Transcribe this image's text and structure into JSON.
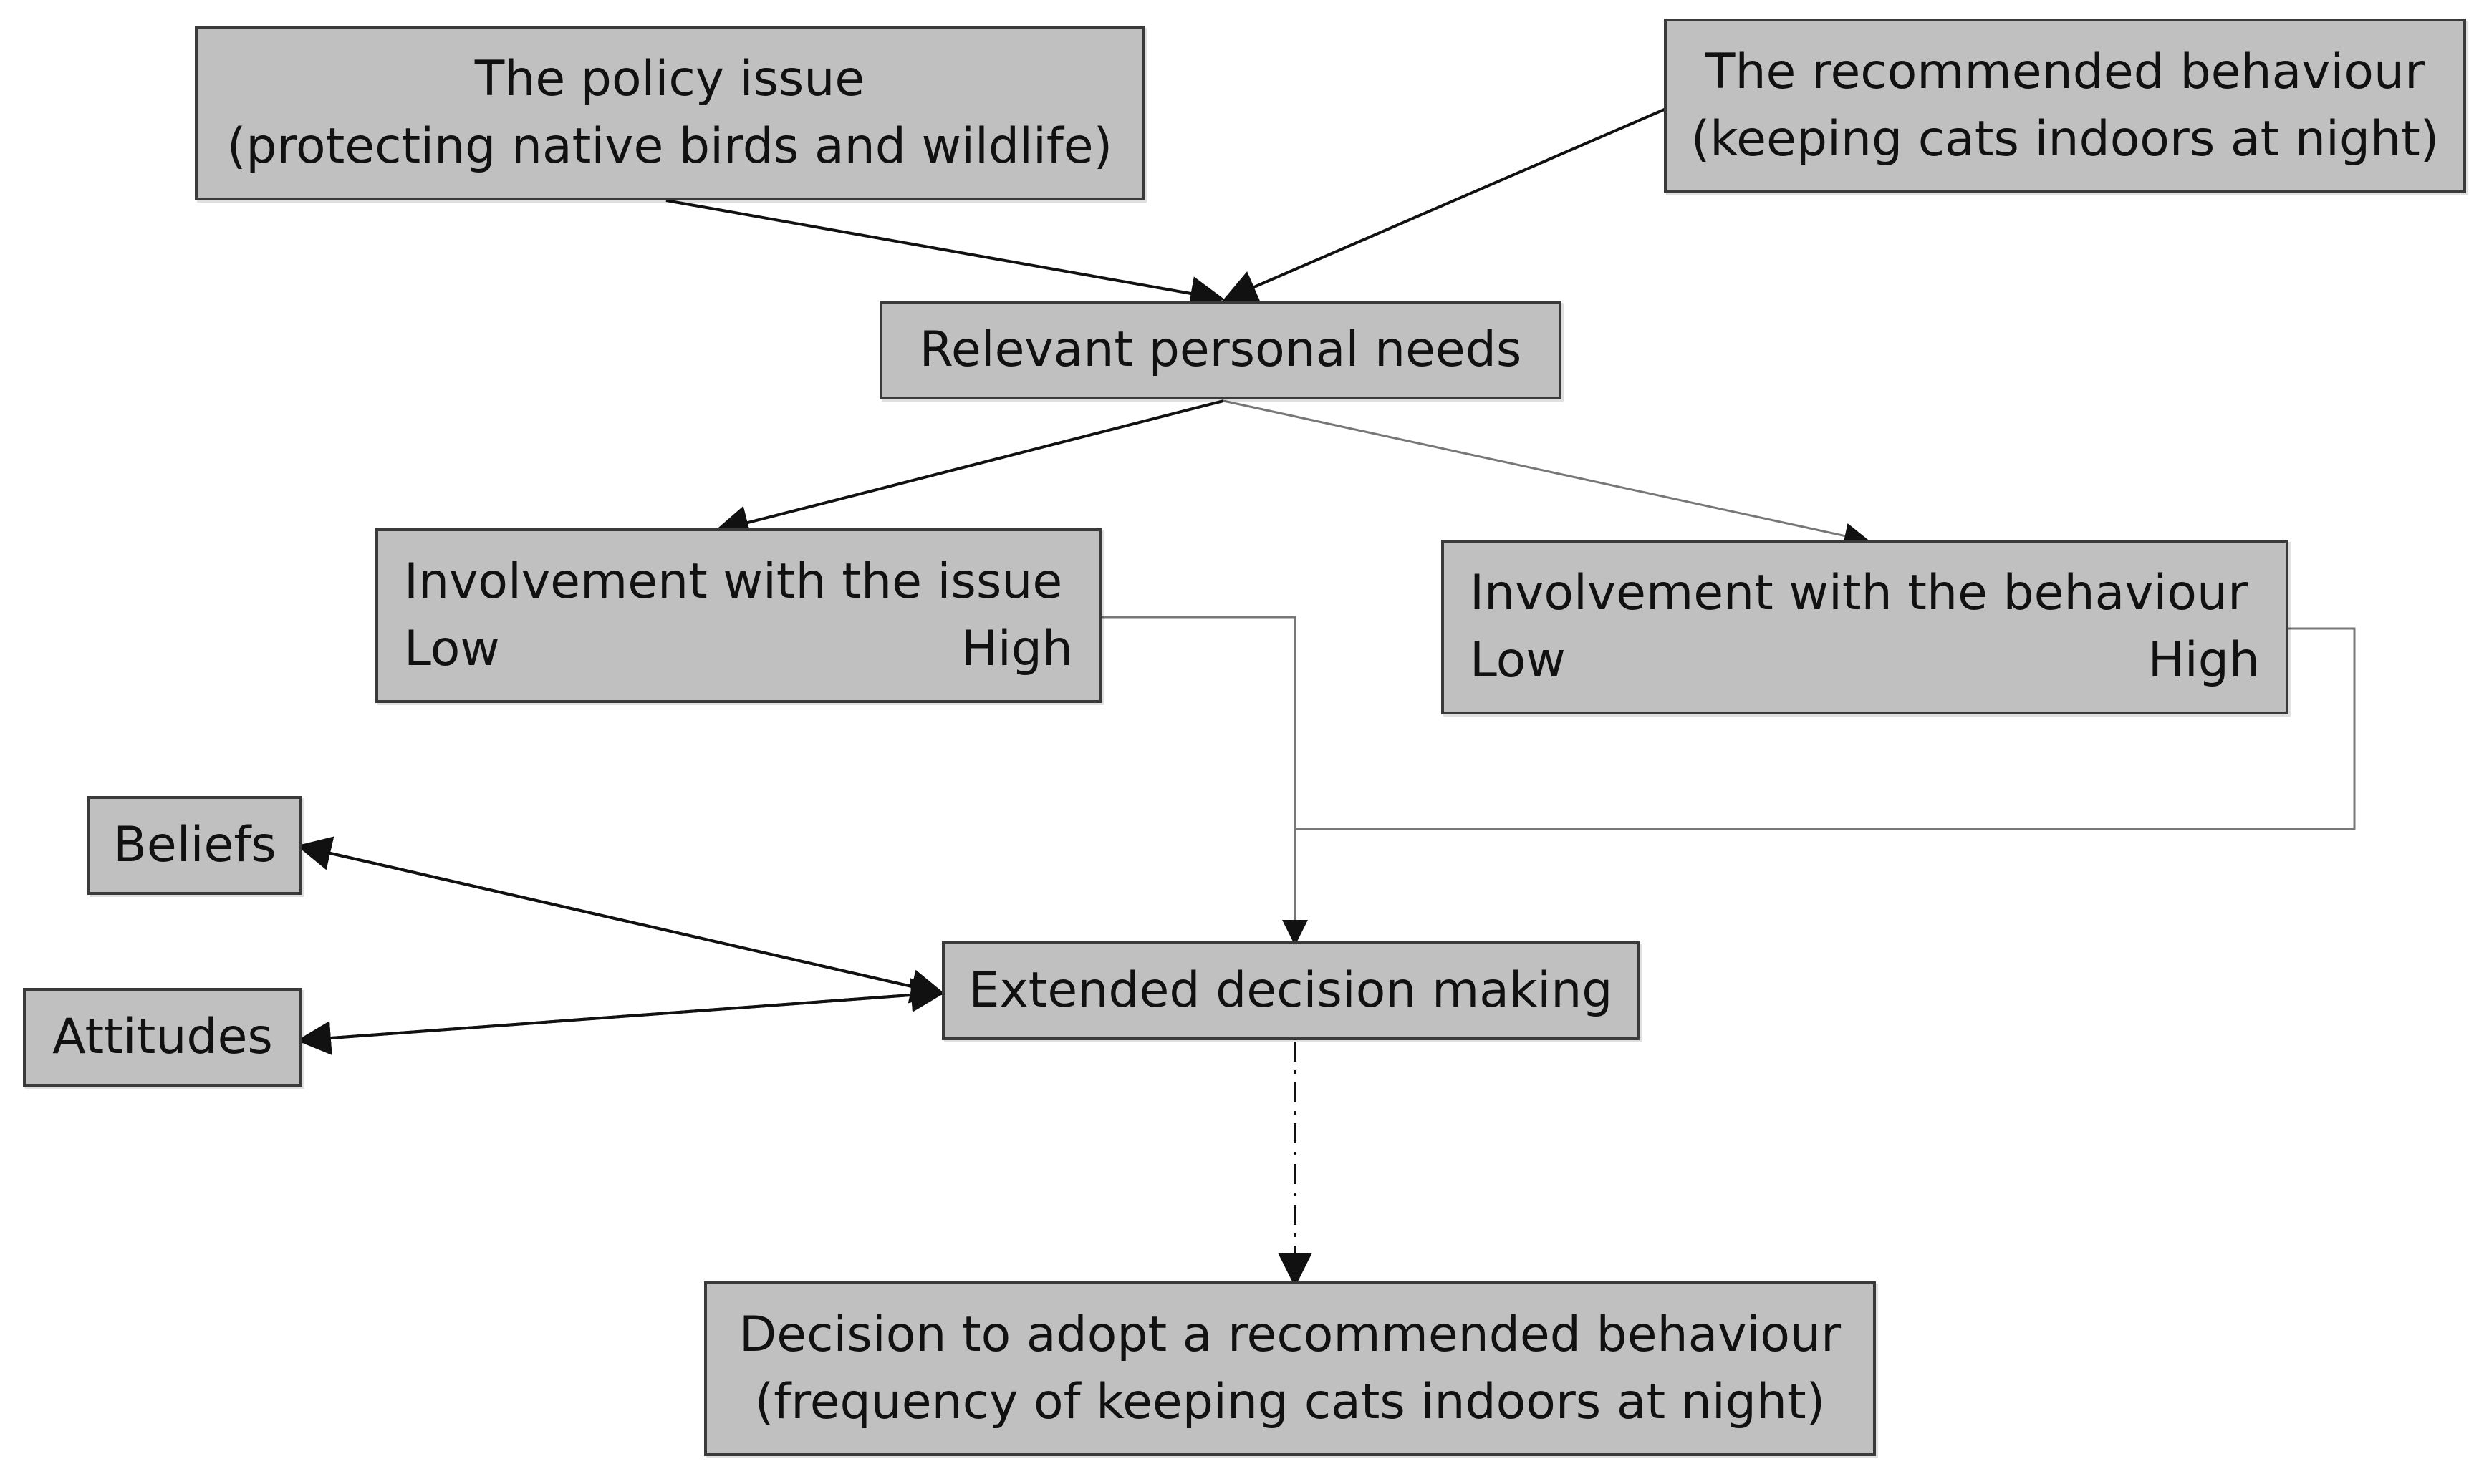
{
  "nodes": {
    "policy_issue": {
      "line1": "The policy issue",
      "line2": "(protecting native birds and wildlife)"
    },
    "recommended_behaviour": {
      "line1": "The recommended behaviour",
      "line2": "(keeping cats indoors at night)"
    },
    "personal_needs": {
      "label": "Relevant personal needs"
    },
    "involvement_issue": {
      "title": "Involvement with the issue",
      "low": "Low",
      "high": "High"
    },
    "involvement_behaviour": {
      "title": "Involvement with the behaviour",
      "low": "Low",
      "high": "High"
    },
    "beliefs": {
      "label": "Beliefs"
    },
    "attitudes": {
      "label": "Attitudes"
    },
    "extended_decision": {
      "label": "Extended decision making"
    },
    "decision": {
      "line1": "Decision to adopt a recommended behaviour",
      "line2": "(frequency of keeping cats indoors at night)"
    }
  },
  "colors": {
    "box_fill": "#c0c0c0",
    "box_border": "#3a3a3a",
    "arrow": "#111111",
    "connector": "#777777"
  }
}
